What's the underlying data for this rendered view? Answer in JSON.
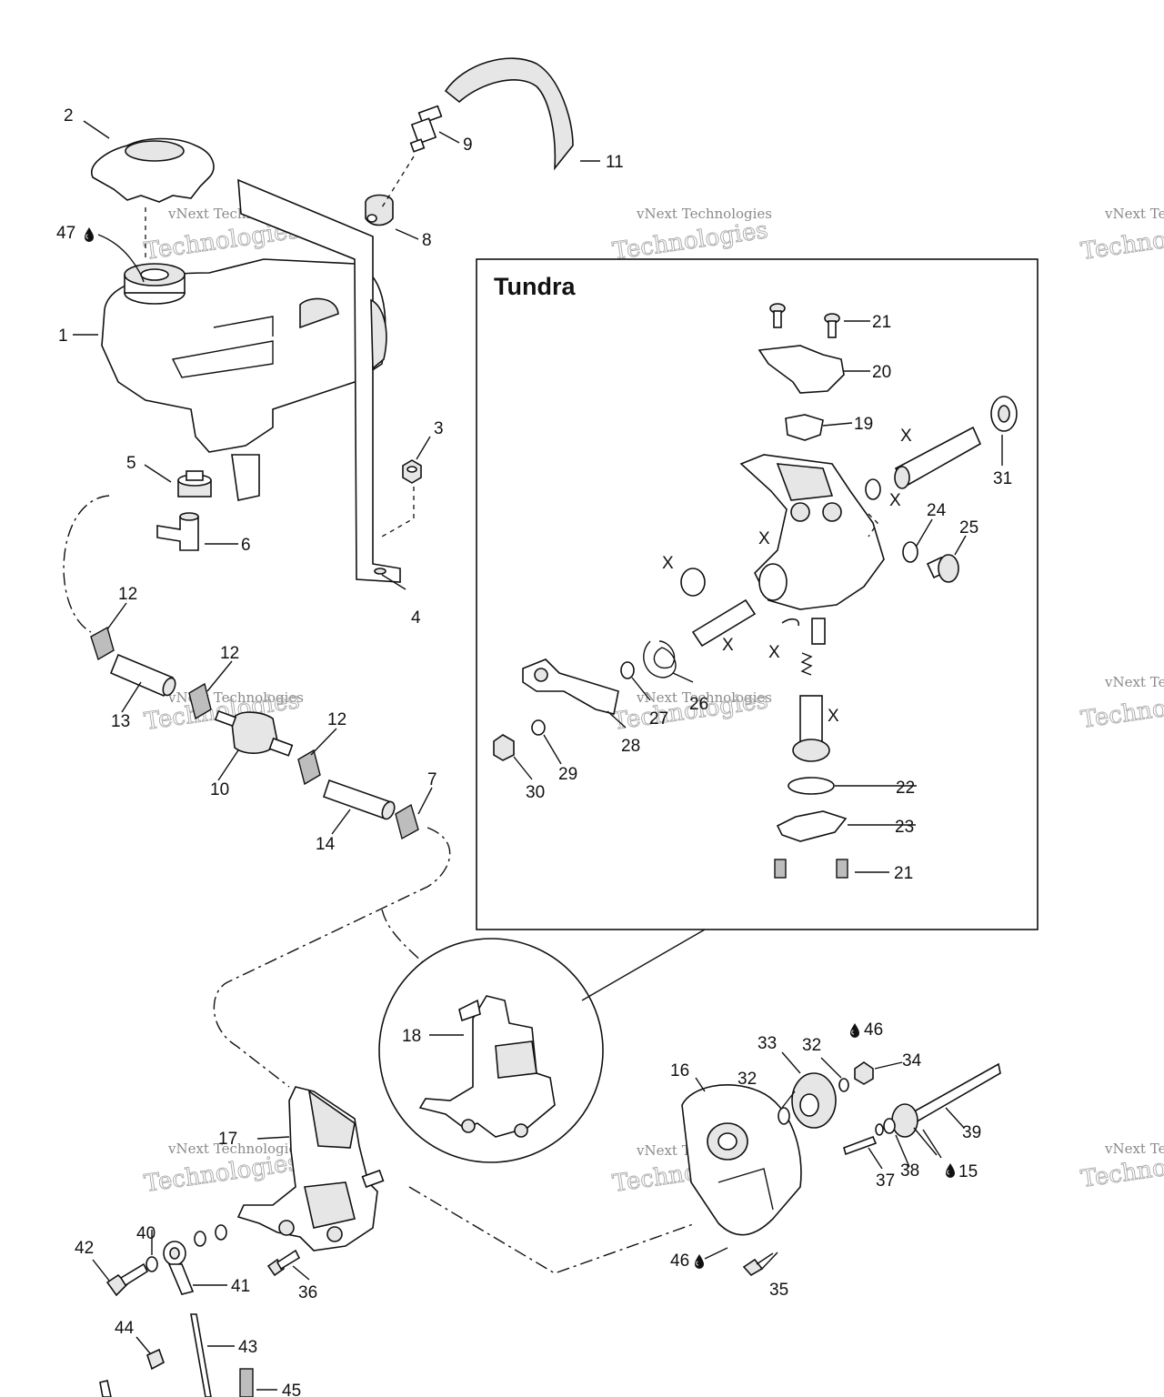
{
  "inset": {
    "title": "Tundra"
  },
  "watermark": {
    "line1": "vNext Technologies",
    "line2": "Technologies",
    "line3": "vNext"
  },
  "callouts": {
    "c1": "1",
    "c2": "2",
    "c3": "3",
    "c4": "4",
    "c5": "5",
    "c6": "6",
    "c7": "7",
    "c8": "8",
    "c9": "9",
    "c10": "10",
    "c11": "11",
    "c12a": "12",
    "c12b": "12",
    "c12c": "12",
    "c13": "13",
    "c14": "14",
    "c15": "15",
    "c16": "16",
    "c17": "17",
    "c18": "18",
    "c19": "19",
    "c20": "20",
    "c21a": "21",
    "c21b": "21",
    "c22": "22",
    "c23": "23",
    "c24": "24",
    "c25": "25",
    "c26": "26",
    "c27": "27",
    "c28": "28",
    "c29": "29",
    "c30": "30",
    "c31": "31",
    "c32a": "32",
    "c32b": "32",
    "c33": "33",
    "c34": "34",
    "c35": "35",
    "c36": "36",
    "c37": "37",
    "c38": "38",
    "c39": "39",
    "c40": "40",
    "c41": "41",
    "c42": "42",
    "c43": "43",
    "c44": "44",
    "c45": "45",
    "c46a": "46",
    "c46b": "46",
    "c47": "47"
  },
  "x_marks": {
    "x": "X"
  },
  "icons": {
    "lubricant": "oil-drop-icon"
  }
}
